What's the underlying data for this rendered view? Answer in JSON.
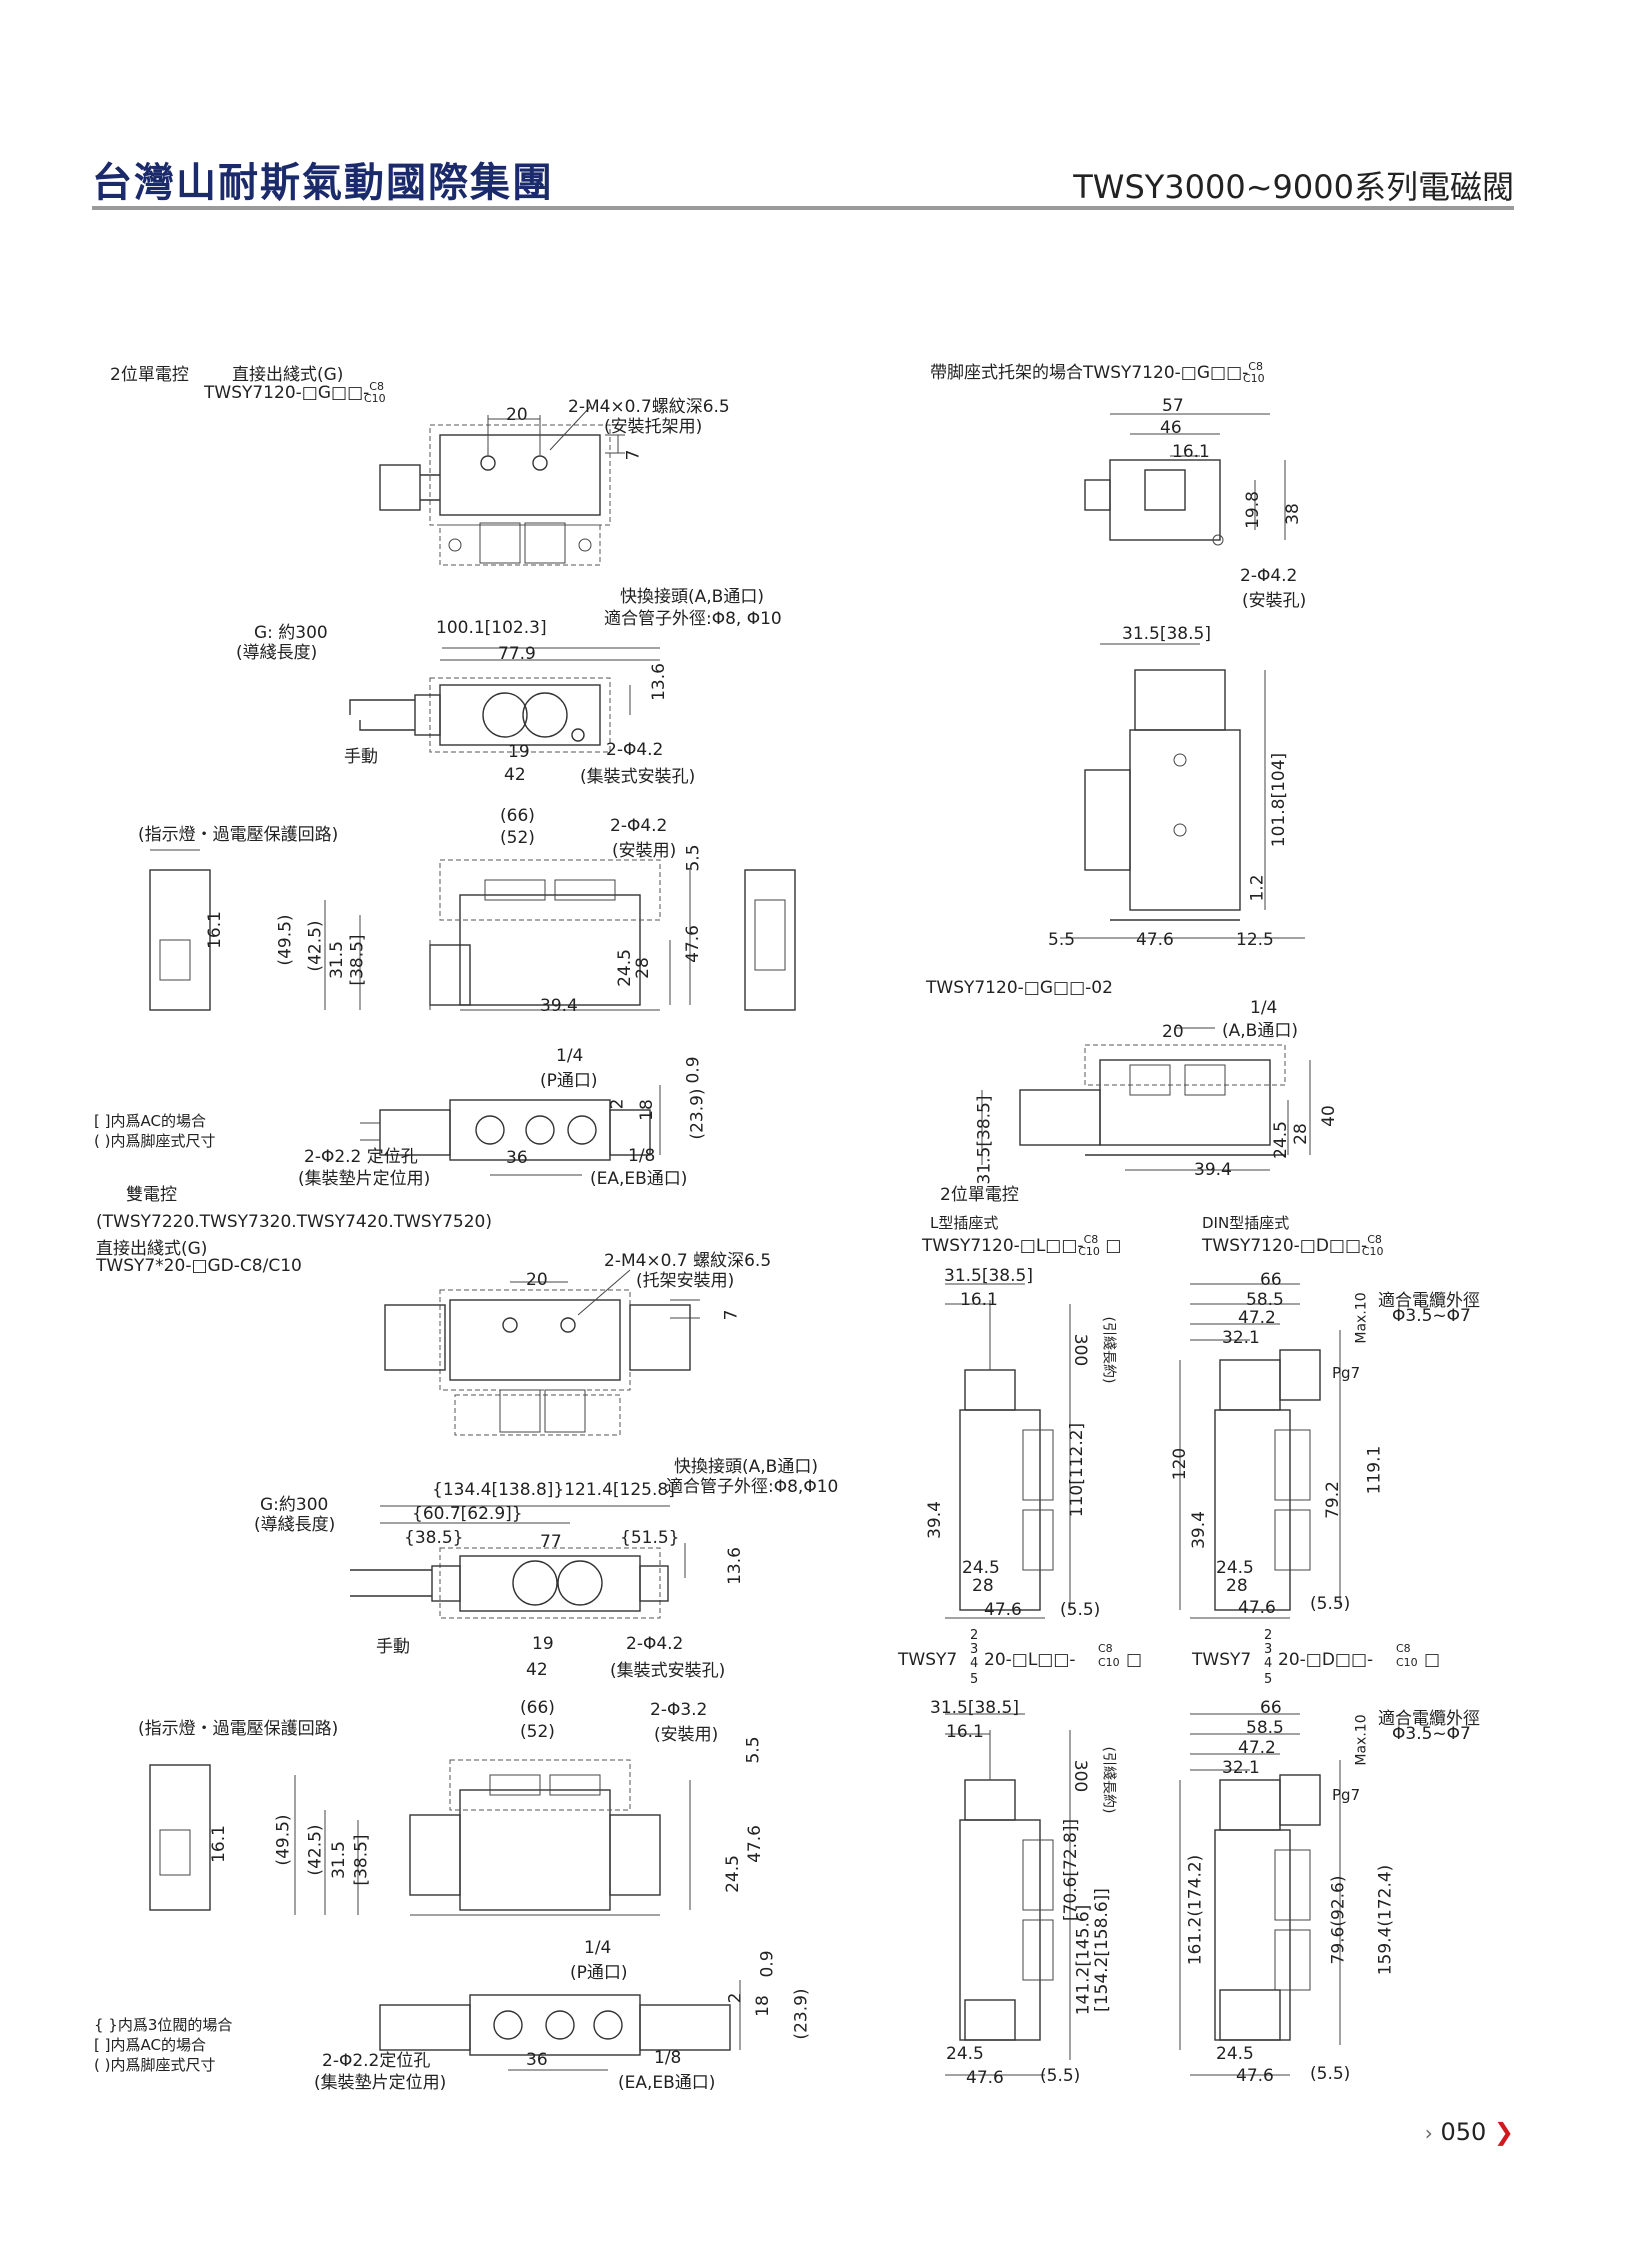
{
  "header": {
    "company": "台灣山耐斯氣動國際集團",
    "series": "TWSY3000~9000系列電磁閥"
  },
  "left_top": {
    "title_a": "2位單電控",
    "title_b": "直接出綫式(G)",
    "model": "TWSY7120-□G□□-",
    "model_sup": "C8",
    "model_sub": "C10",
    "note_m4": "2-M4×0.7螺紋深6.5",
    "note_m4_b": "(安裝托架用)",
    "d20": "20",
    "d7": "7",
    "quick": "快換接頭(A,B通口)",
    "quick_b": "適合管子外徑:Φ8, Φ10",
    "g300": "G: 約300",
    "g300_b": "(導綫長度)",
    "d100": "100.1[102.3]",
    "d779": "77.9",
    "d136": "13.6",
    "manual": "手動",
    "d19": "19",
    "d42": "42",
    "phi42": "2-Φ4.2",
    "phi42_b": "(集裝式安裝孔)",
    "indicator": "(指示燈・過電壓保護回路)",
    "d66": "(66)",
    "d52": "(52)",
    "phi42m": "2-Φ4.2",
    "phi42m_b": "(安裝用)",
    "d55": "5.5",
    "d161": "16.1",
    "d495": "(49.5)",
    "d425": "(42.5)",
    "d315": "31.5",
    "d385": "[38.5]",
    "d245": "24.5",
    "d28": "28",
    "d476": "47.6",
    "d394": "39.4",
    "d14": "1/4",
    "p_port": "(P通口)",
    "d09": "0.9",
    "d2": "2",
    "d18": "18",
    "d239": "(23.9)",
    "phi22": "2-Φ2.2 定位孔",
    "phi22_b": "(集裝墊片定位用)",
    "d36": "36",
    "d18b": "1/8",
    "ea_port": "(EA,EB通口)",
    "note1": "[ ]内爲AC的場合",
    "note2": "( )内爲脚座式尺寸"
  },
  "left_bottom": {
    "title": "雙電控",
    "models": "(TWSY7220.TWSY7320.TWSY7420.TWSY7520)",
    "title_b": "直接出綫式(G)",
    "model": "TWSY7*20-□GD-C8/C10",
    "note_m4": "2-M4×0.7 螺紋深6.5",
    "note_m4_b": "(托架安裝用)",
    "d20": "20",
    "d7": "7",
    "quick": "快換接頭(A,B通口)",
    "quick_b": "適合管子外徑:Φ8,Φ10",
    "g300": "G:約300",
    "g300_b": "(導綫長度)",
    "d134": "{134.4[138.8]}121.4[125.8]",
    "d607": "{60.7[62.9]}",
    "d385": "{38.5}",
    "d77": "77",
    "d515": "{51.5}",
    "d136": "13.6",
    "manual": "手動",
    "d19": "19",
    "d42": "42",
    "phi42": "2-Φ4.2",
    "phi42_b": "(集裝式安裝孔)",
    "indicator": "(指示燈・過電壓保護回路)",
    "d66": "(66)",
    "d52": "(52)",
    "phi32": "2-Φ3.2",
    "phi32_b": "(安裝用)",
    "d55": "5.5",
    "d161": "16.1",
    "d495": "(49.5)",
    "d425": "(42.5)",
    "d315": "31.5",
    "d385b": "[38.5]",
    "d245": "24.5",
    "d476": "47.6",
    "d14": "1/4",
    "p_port": "(P通口)",
    "d09": "0.9",
    "d2": "2",
    "d18": "18",
    "d239": "(23.9)",
    "phi22": "2-Φ2.2定位孔",
    "phi22_b": "(集裝墊片定位用)",
    "d36": "36",
    "d18b": "1/8",
    "ea_port": "(EA,EB通口)",
    "note0": "{ }内爲3位閥的場合",
    "note1": "[ ]内爲AC的場合",
    "note2": "( )内爲脚座式尺寸"
  },
  "right_top": {
    "title": "帶脚座式托架的場合TWSY7120-□G□□-",
    "title_sup": "C8",
    "title_sub": "C10",
    "d57": "57",
    "d46": "46",
    "d161": "16.1",
    "d198": "19.8",
    "d38": "38",
    "phi42": "2-Φ4.2",
    "phi42_b": "(安裝孔)",
    "d315": "31.5[38.5]",
    "d1018": "101.8[104]",
    "d12": "1.2",
    "d55": "5.5",
    "d476": "47.6",
    "d125": "12.5"
  },
  "right_mid": {
    "model": "TWSY7120-□G□□-02",
    "d14": "1/4",
    "ab_port": "(A,B通口)",
    "d20": "20",
    "d315": "31.5[38.5]",
    "d245": "24.5",
    "d28": "28",
    "d40": "40",
    "d394": "39.4"
  },
  "right_bottom": {
    "title": "2位單電控",
    "l_type": "L型插座式",
    "l_model": "TWSY7120-□L□□-",
    "din_type": "DIN型插座式",
    "din_model": "TWSY7120-□D□□-",
    "sup": "C8",
    "sub": "C10",
    "box": "□",
    "l_d315": "31.5[38.5]",
    "l_d161": "16.1",
    "l_d300": "300",
    "l_lead": "(引綫長約)",
    "l_d110": "110[112.2]",
    "l_d394": "39.4",
    "l_d245": "24.5",
    "l_d28": "28",
    "l_d476": "47.6",
    "l_d55": "(5.5)",
    "din_d66": "66",
    "din_d585": "58.5",
    "din_d472": "47.2",
    "din_d321": "32.1",
    "din_max": "Max.10",
    "din_cable": "適合電纜外徑",
    "din_cable_b": "Φ3.5~Φ7",
    "din_pg7": "Pg7",
    "din_d120": "120",
    "din_d1191": "119.1",
    "din_d792": "79.2",
    "din_d394": "39.4",
    "din_d245": "24.5",
    "din_d28": "28",
    "din_d476": "47.6",
    "din_d55": "(5.5)",
    "multi_l_pre": "TWSY7",
    "multi_digits_top": "2",
    "multi_digits_mid": "3",
    "multi_digits_mid2": "4",
    "multi_digits_bot": "5",
    "multi_l_post": "20-□L□□-",
    "multi_d_post": "20-□D□□-",
    "ml_d315": "31.5[38.5]",
    "ml_d161": "16.1",
    "ml_d300": "300",
    "ml_lead": "(引綫長約)",
    "ml_d706": "[70.6[72.8]]",
    "ml_d1412": "141.2[145.6]",
    "ml_d1542": "[154.2[158.6]]",
    "ml_d245": "24.5",
    "ml_d476": "47.6",
    "ml_d55": "(5.5)",
    "md_d66": "66",
    "md_d585": "58.5",
    "md_d472": "47.2",
    "md_d321": "32.1",
    "md_max": "Max.10",
    "md_cable": "適合電纜外徑",
    "md_cable_b": "Φ3.5~Φ7",
    "md_pg7": "Pg7",
    "md_d1612": "161.2(174.2)",
    "md_d796": "79.6(92.6)",
    "md_d1594": "159.4(172.4)",
    "md_d245": "24.5",
    "md_d476": "47.6",
    "md_d55": "(5.5)"
  },
  "page_number": "050"
}
